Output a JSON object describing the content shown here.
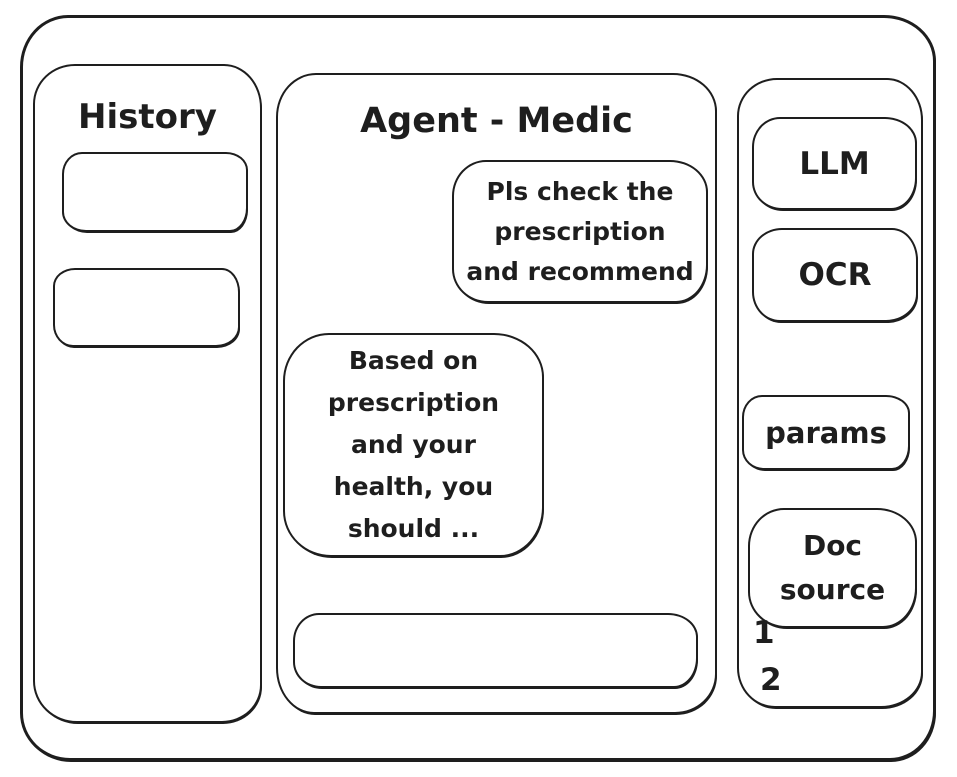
{
  "history": {
    "title": "History",
    "items": [
      {
        "label": ""
      },
      {
        "label": ""
      }
    ]
  },
  "chat": {
    "title": "Agent - Medic",
    "user_message": "Pls check the\nprescription\nand recommend",
    "assistant_message": "Based on\nprescription\nand your\nhealth, you\nshould ...",
    "input_value": "",
    "input_placeholder": ""
  },
  "tools": {
    "items": [
      {
        "label": "LLM"
      },
      {
        "label": "OCR"
      },
      {
        "label": "params"
      },
      {
        "label": "Doc\nsource"
      }
    ],
    "annotations": [
      "1",
      "2"
    ]
  },
  "colors": {
    "stroke": "#1e1e1e",
    "background": "#ffffff"
  }
}
